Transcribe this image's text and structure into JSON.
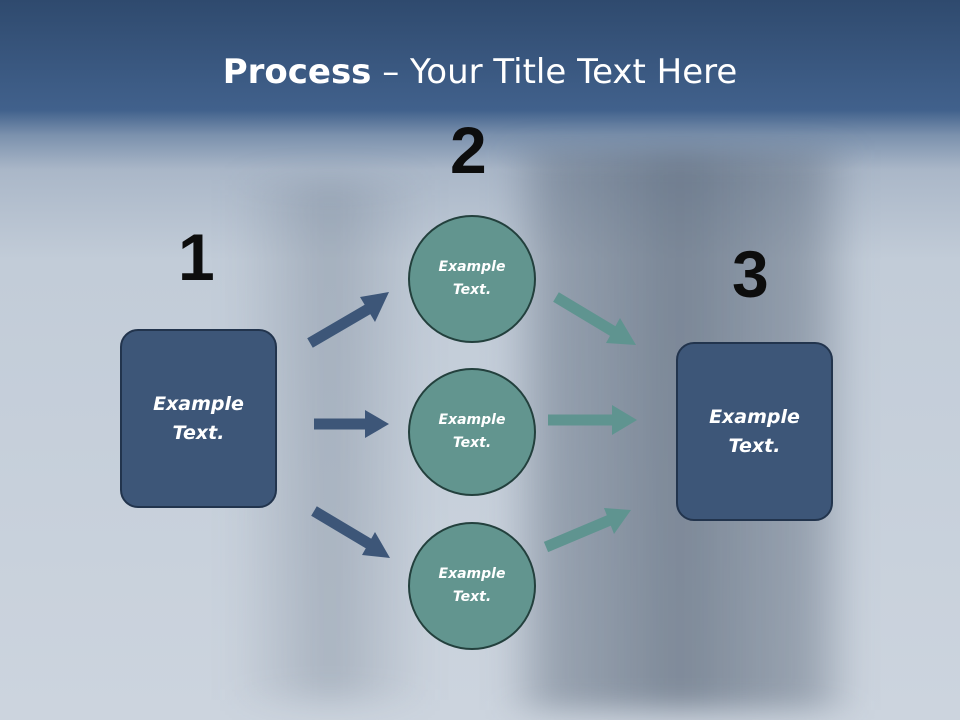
{
  "title": {
    "bold": "Process",
    "rest": " – Your Title Text Here"
  },
  "steps": {
    "one": {
      "number": "1",
      "text": "Example Text."
    },
    "two": {
      "number": "2"
    },
    "three": {
      "number": "3",
      "text": "Example Text."
    }
  },
  "circles": [
    {
      "text": "Example Text."
    },
    {
      "text": "Example Text."
    },
    {
      "text": "Example Text."
    }
  ],
  "colors": {
    "box_fill": "#3d5678",
    "circle_fill": "#62958f",
    "left_arrow": "#3d5678",
    "right_arrow": "#5f9490"
  }
}
